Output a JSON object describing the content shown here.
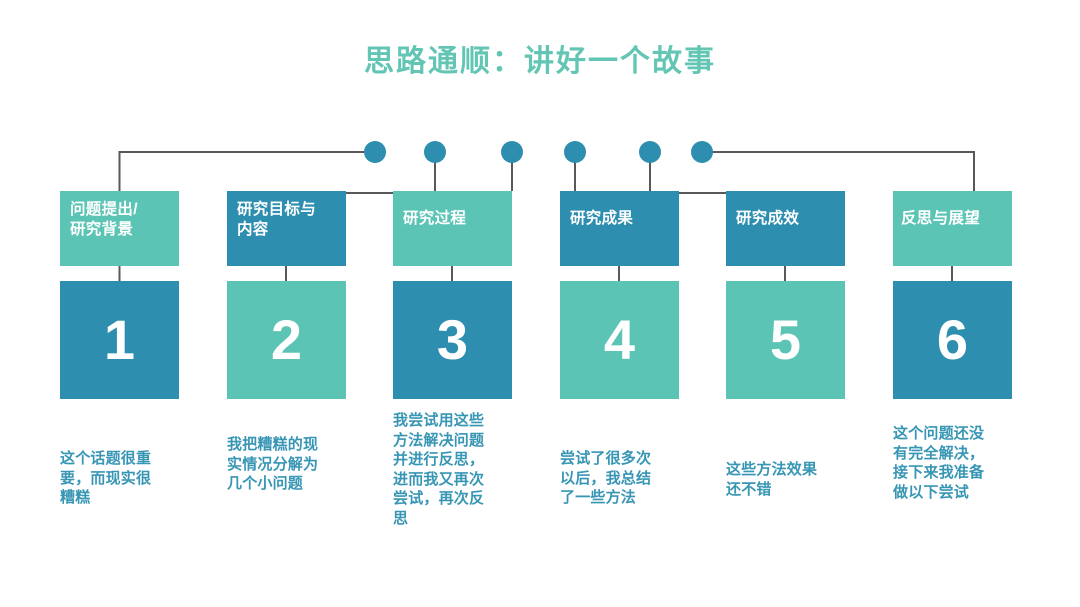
{
  "slide": {
    "title": "思路通顺：讲好一个故事",
    "title_color": "#63C6B4",
    "background_color": "#FFFFFF",
    "caption_color": "#3896B5",
    "palette": {
      "teal": "#5BC4B4",
      "blue": "#2E8EAF",
      "connector_line": "#595959",
      "connector_dot": "#2E8EAF"
    }
  },
  "steps": [
    {
      "number": "1",
      "heading": "问题提出/\n研究背景",
      "heading_line1": "问题提出/",
      "heading_line2": "研究背景",
      "caption": "这个话题很重要，而现实很糟糕",
      "head_tone": "teal",
      "num_tone": "blue"
    },
    {
      "number": "2",
      "heading": "研究目标与\n内容",
      "heading_line1": "研究目标与",
      "heading_line2": "内容",
      "caption": "我把糟糕的现实情况分解为几个小问题",
      "head_tone": "blue",
      "num_tone": "teal"
    },
    {
      "number": "3",
      "heading": "研究过程",
      "heading_line1": "研究过程",
      "heading_line2": "",
      "caption": "我尝试用这些方法解决问题并进行反思，进而我又再次尝试，再次反思",
      "head_tone": "teal",
      "num_tone": "blue"
    },
    {
      "number": "4",
      "heading": "研究成果",
      "heading_line1": "研究成果",
      "heading_line2": "",
      "caption": "尝试了很多次以后，我总结了一些方法",
      "head_tone": "blue",
      "num_tone": "teal"
    },
    {
      "number": "5",
      "heading": "研究成效",
      "heading_line1": "研究成效",
      "heading_line2": "",
      "caption": "这些方法效果还不错",
      "head_tone": "blue",
      "num_tone": "teal"
    },
    {
      "number": "6",
      "heading": "反思与展望",
      "heading_line1": "反思与展望",
      "heading_line2": "",
      "caption": "这个问题还没有完全解决，接下来我准备做以下尝试",
      "head_tone": "teal",
      "num_tone": "blue"
    }
  ]
}
